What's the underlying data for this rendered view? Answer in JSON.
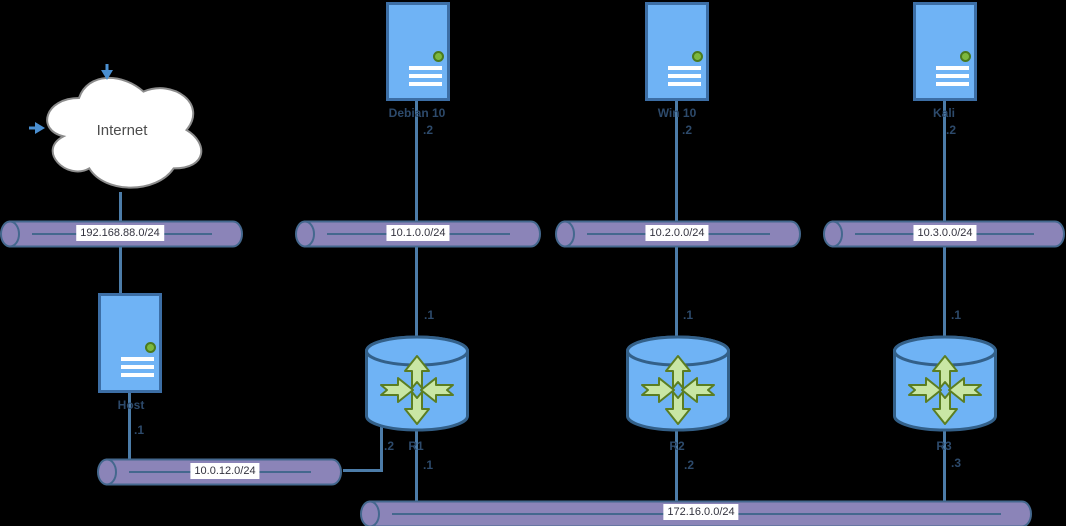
{
  "background": "#000000",
  "cloud": {
    "label": "Internet"
  },
  "servers": {
    "debian": {
      "name": "Debian 10",
      "iface": ".2"
    },
    "win": {
      "name": "Win 10",
      "iface": ".2"
    },
    "kali": {
      "name": "Kali",
      "iface": ".2"
    },
    "host": {
      "name": "Host",
      "iface": ".1"
    }
  },
  "routers": {
    "r1": {
      "name": "R1",
      "iface_up": ".1",
      "iface_left": ".2",
      "iface_down": ".1"
    },
    "r2": {
      "name": "R2",
      "iface_up": ".1",
      "iface_down": ".2"
    },
    "r3": {
      "name": "R3",
      "iface_up": ".1",
      "iface_down": ".3"
    }
  },
  "networks": {
    "mgmt": {
      "cidr": "192.168.88.0/24"
    },
    "lan1": {
      "cidr": "10.1.0.0/24"
    },
    "lan2": {
      "cidr": "10.2.0.0/24"
    },
    "lan3": {
      "cidr": "10.3.0.0/24"
    },
    "p2p": {
      "cidr": "10.0.12.0/24"
    },
    "core": {
      "cidr": "172.16.0.0/24"
    }
  },
  "colors": {
    "background": "#000000",
    "node_fill": "#6FB3F5",
    "node_stroke": "#3C6EA5",
    "router_stroke": "#336089",
    "pipe_fill": "#8B84B8",
    "pipe_stroke": "#44688E",
    "connector": "#4C7CA8",
    "arrow_fill": "#C9E6A4",
    "arrow_stroke": "#5B7E22",
    "led_fill": "#7CB83E",
    "led_stroke": "#4A7A1E",
    "node_label": "#2D4A6B",
    "pipe_label": "#33333F",
    "label_bg": "#FFFFFF",
    "cloud_fill": "#FFFFFF",
    "cloud_stroke": "#8C8C8C",
    "cloud_text": "#4D4D4D",
    "blue_arrow": "#4A8FD1"
  }
}
